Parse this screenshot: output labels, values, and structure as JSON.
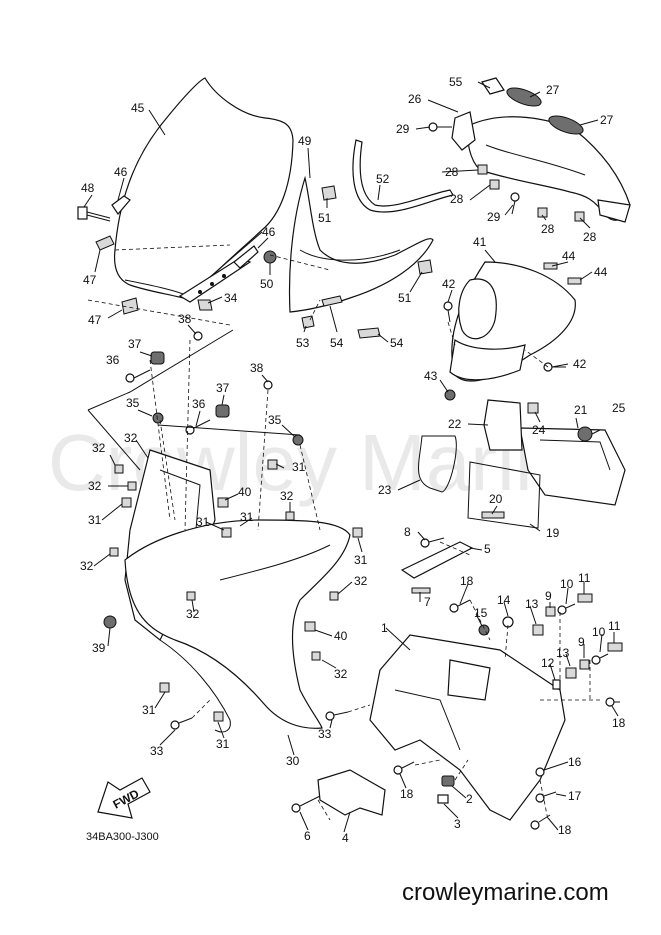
{
  "diagram": {
    "watermark": "Crowley Marine",
    "drawing_code": "34BA300-J300",
    "website": "crowleymarine.com",
    "fwd_label": "FWD",
    "callouts": [
      {
        "id": "c55",
        "text": "55"
      },
      {
        "id": "c27a",
        "text": "27"
      },
      {
        "id": "c26",
        "text": "26"
      },
      {
        "id": "c27b",
        "text": "27"
      },
      {
        "id": "c29a",
        "text": "29"
      },
      {
        "id": "c45",
        "text": "45"
      },
      {
        "id": "c49",
        "text": "49"
      },
      {
        "id": "c28a",
        "text": "28"
      },
      {
        "id": "c28b",
        "text": "28"
      },
      {
        "id": "c52",
        "text": "52"
      },
      {
        "id": "c29b",
        "text": "29"
      },
      {
        "id": "c28c",
        "text": "28"
      },
      {
        "id": "c28d",
        "text": "28"
      },
      {
        "id": "c46a",
        "text": "46"
      },
      {
        "id": "c48",
        "text": "48"
      },
      {
        "id": "c51a",
        "text": "51"
      },
      {
        "id": "c41",
        "text": "41"
      },
      {
        "id": "c44a",
        "text": "44"
      },
      {
        "id": "c44b",
        "text": "44"
      },
      {
        "id": "c46b",
        "text": "46"
      },
      {
        "id": "c47a",
        "text": "47"
      },
      {
        "id": "c50",
        "text": "50"
      },
      {
        "id": "c51b",
        "text": "51"
      },
      {
        "id": "c42a",
        "text": "42"
      },
      {
        "id": "c34",
        "text": "34"
      },
      {
        "id": "c47b",
        "text": "47"
      },
      {
        "id": "c38a",
        "text": "38"
      },
      {
        "id": "c53",
        "text": "53"
      },
      {
        "id": "c54a",
        "text": "54"
      },
      {
        "id": "c54b",
        "text": "54"
      },
      {
        "id": "c37a",
        "text": "37"
      },
      {
        "id": "c36a",
        "text": "36"
      },
      {
        "id": "c42b",
        "text": "42"
      },
      {
        "id": "c38b",
        "text": "38"
      },
      {
        "id": "c43",
        "text": "43"
      },
      {
        "id": "c37b",
        "text": "37"
      },
      {
        "id": "c35a",
        "text": "35"
      },
      {
        "id": "c36b",
        "text": "36"
      },
      {
        "id": "c21",
        "text": "21"
      },
      {
        "id": "c25",
        "text": "25"
      },
      {
        "id": "c22",
        "text": "22"
      },
      {
        "id": "c24",
        "text": "24"
      },
      {
        "id": "c35b",
        "text": "35"
      },
      {
        "id": "c32a",
        "text": "32"
      },
      {
        "id": "c32b",
        "text": "32"
      },
      {
        "id": "c31a",
        "text": "31"
      },
      {
        "id": "c32c",
        "text": "32"
      },
      {
        "id": "c23",
        "text": "23"
      },
      {
        "id": "c40a",
        "text": "40"
      },
      {
        "id": "c32d",
        "text": "32"
      },
      {
        "id": "c20",
        "text": "20"
      },
      {
        "id": "c31b",
        "text": "31"
      },
      {
        "id": "c31c",
        "text": "31"
      },
      {
        "id": "c31d",
        "text": "31"
      },
      {
        "id": "c19",
        "text": "19"
      },
      {
        "id": "c8",
        "text": "8"
      },
      {
        "id": "c5",
        "text": "5"
      },
      {
        "id": "c32e",
        "text": "32"
      },
      {
        "id": "c31e",
        "text": "31"
      },
      {
        "id": "c32f",
        "text": "32"
      },
      {
        "id": "c7",
        "text": "7"
      },
      {
        "id": "c18a",
        "text": "18"
      },
      {
        "id": "c11a",
        "text": "11"
      },
      {
        "id": "c10a",
        "text": "10"
      },
      {
        "id": "c9a",
        "text": "9"
      },
      {
        "id": "c32g",
        "text": "32"
      },
      {
        "id": "c14",
        "text": "14"
      },
      {
        "id": "c15",
        "text": "15"
      },
      {
        "id": "c13a",
        "text": "13"
      },
      {
        "id": "c39",
        "text": "39"
      },
      {
        "id": "c1",
        "text": "1"
      },
      {
        "id": "c40b",
        "text": "40"
      },
      {
        "id": "c11b",
        "text": "11"
      },
      {
        "id": "c10b",
        "text": "10"
      },
      {
        "id": "c9b",
        "text": "9"
      },
      {
        "id": "c13b",
        "text": "13"
      },
      {
        "id": "c12",
        "text": "12"
      },
      {
        "id": "c32h",
        "text": "32"
      },
      {
        "id": "c31f",
        "text": "31"
      },
      {
        "id": "c18b",
        "text": "18"
      },
      {
        "id": "c33a",
        "text": "33"
      },
      {
        "id": "c33b",
        "text": "33"
      },
      {
        "id": "c31g",
        "text": "31"
      },
      {
        "id": "c30",
        "text": "30"
      },
      {
        "id": "c16",
        "text": "16"
      },
      {
        "id": "c18c",
        "text": "18"
      },
      {
        "id": "c2",
        "text": "2"
      },
      {
        "id": "c17",
        "text": "17"
      },
      {
        "id": "c3",
        "text": "3"
      },
      {
        "id": "c6",
        "text": "6"
      },
      {
        "id": "c4",
        "text": "4"
      },
      {
        "id": "c18d",
        "text": "18"
      }
    ]
  }
}
